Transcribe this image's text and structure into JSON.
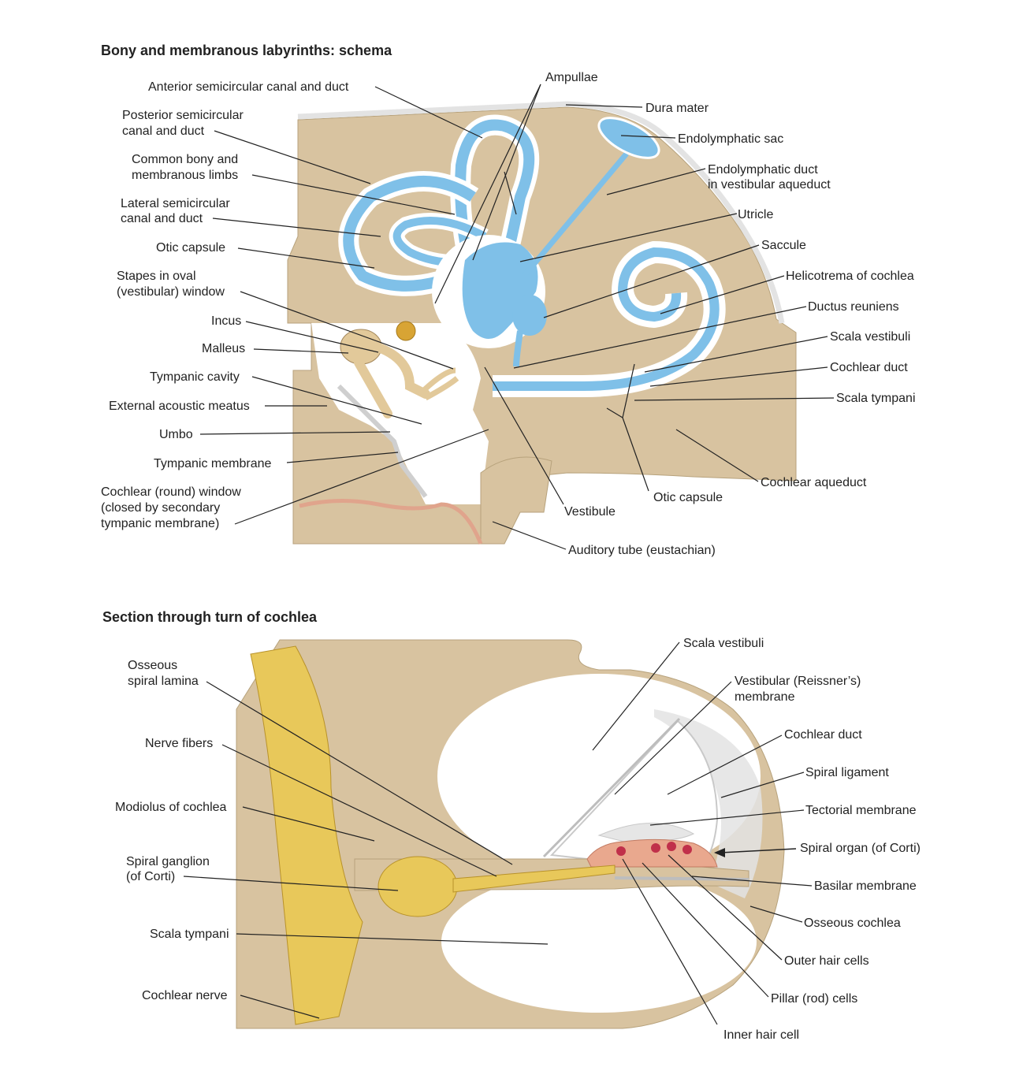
{
  "panel1": {
    "title": "Bony and membranous labyrinths: schema",
    "labels": {
      "anterior_canal": "Anterior semicircular canal and duct",
      "posterior_canal_1": "Posterior semicircular",
      "posterior_canal_2": "canal and duct",
      "common_limbs_1": "Common bony and",
      "common_limbs_2": "membranous limbs",
      "lateral_canal_1": "Lateral semicircular",
      "lateral_canal_2": "canal and duct",
      "otic_capsule_left": "Otic capsule",
      "stapes_1": "Stapes in oval",
      "stapes_2": "(vestibular) window",
      "incus": "Incus",
      "malleus": "Malleus",
      "tympanic_cavity": "Tympanic cavity",
      "external_meatus": "External acoustic meatus",
      "umbo": "Umbo",
      "tympanic_membrane": "Tympanic membrane",
      "round_window_1": "Cochlear (round) window",
      "round_window_2": "(closed by secondary",
      "round_window_3": "tympanic membrane)",
      "ampullae": "Ampullae",
      "dura_mater": "Dura mater",
      "endolymphatic_sac": "Endolymphatic sac",
      "endolymphatic_duct_1": "Endolymphatic duct",
      "endolymphatic_duct_2": "in vestibular aqueduct",
      "utricle": "Utricle",
      "saccule": "Saccule",
      "helicotrema": "Helicotrema of cochlea",
      "ductus_reuniens": "Ductus reuniens",
      "scala_vestibuli": "Scala vestibuli",
      "cochlear_duct": "Cochlear duct",
      "scala_tympani": "Scala tympani",
      "cochlear_aqueduct": "Cochlear aqueduct",
      "otic_capsule_bottom": "Otic capsule",
      "vestibule": "Vestibule",
      "auditory_tube": "Auditory tube (eustachian)"
    }
  },
  "panel2": {
    "title": "Section through turn of cochlea",
    "labels": {
      "osseous_lamina_1": "Osseous",
      "osseous_lamina_2": "spiral lamina",
      "nerve_fibers": "Nerve fibers",
      "modiolus": "Modiolus of cochlea",
      "spiral_ganglion_1": "Spiral ganglion",
      "spiral_ganglion_2": "(of Corti)",
      "scala_tympani": "Scala tympani",
      "cochlear_nerve": "Cochlear nerve",
      "scala_vestibuli": "Scala vestibuli",
      "reissner_1": "Vestibular (Reissner’s)",
      "reissner_2": "membrane",
      "cochlear_duct": "Cochlear duct",
      "spiral_ligament": "Spiral ligament",
      "tectorial_membrane": "Tectorial membrane",
      "spiral_organ": "Spiral organ (of Corti)",
      "basilar_membrane": "Basilar membrane",
      "osseous_cochlea": "Osseous cochlea",
      "outer_hair_cells": "Outer hair cells",
      "pillar_cells": "Pillar (rod) cells",
      "inner_hair_cell": "Inner hair cell"
    }
  },
  "colors": {
    "bone": "#d8c3a0",
    "endolymph": "#7fc0e8",
    "membrane": "#dcdcdc",
    "nerve": "#e8c85a",
    "tissue": "#e0a48c"
  }
}
